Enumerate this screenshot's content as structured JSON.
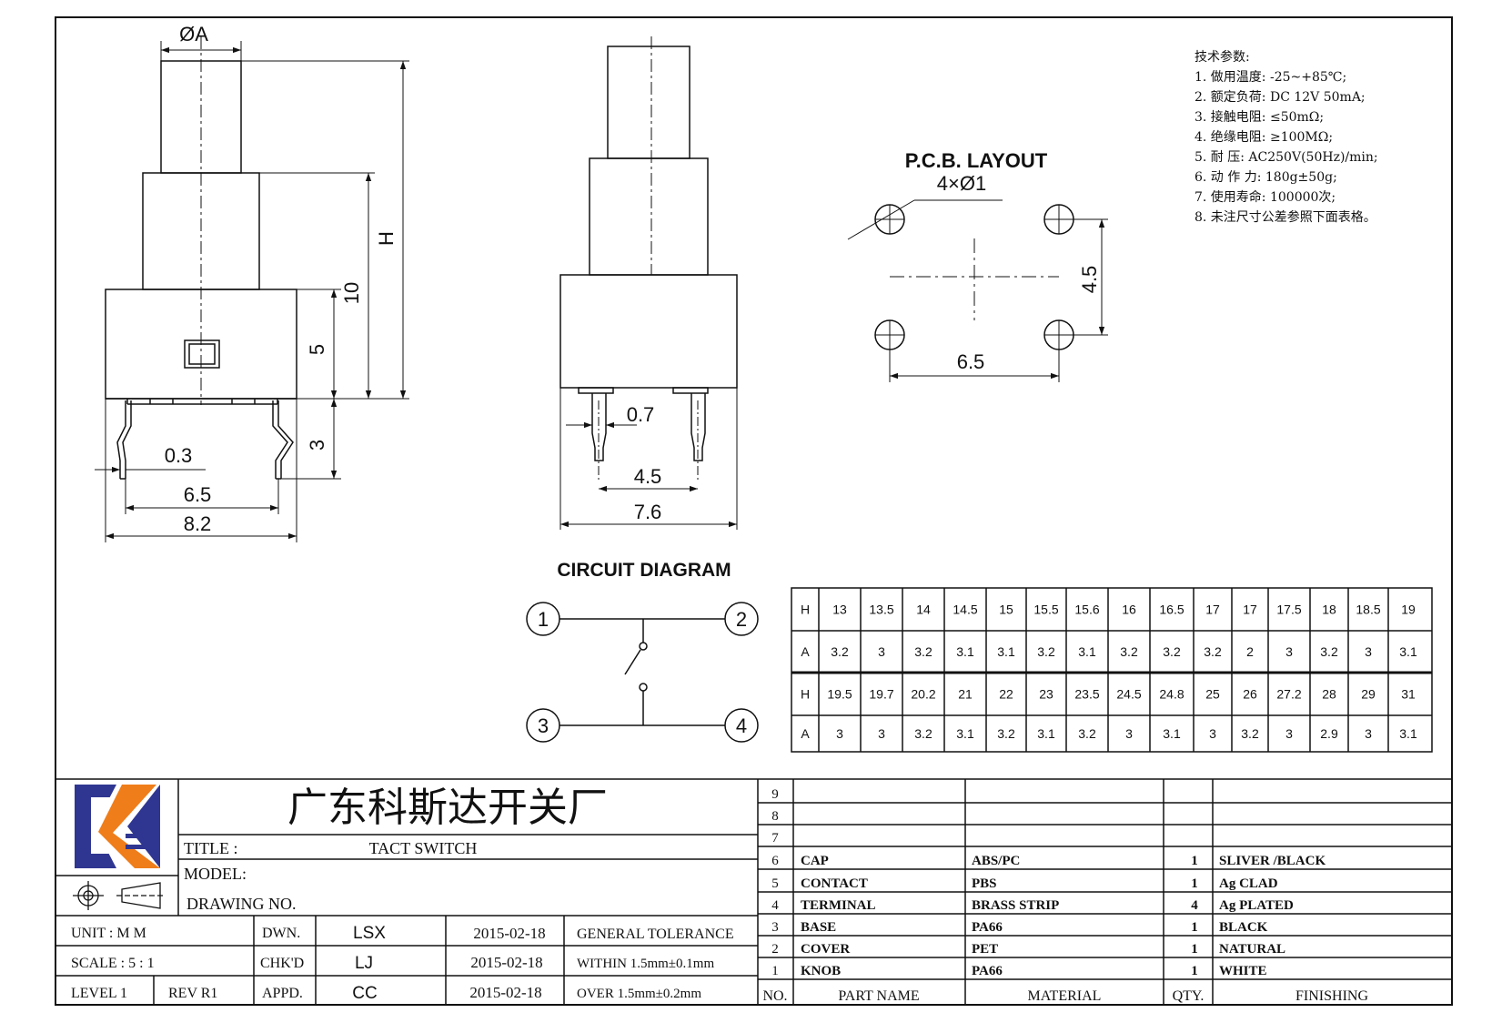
{
  "colors": {
    "ink": "#111111",
    "logo_blue": "#2f3691",
    "logo_orange": "#ef7d1a"
  },
  "side_view": {
    "dim_phiA": "ØA",
    "dim_H": "H",
    "dim_10": "10",
    "dim_5": "5",
    "dim_3": "3",
    "dim_0_3": "0.3",
    "dim_6_5": "6.5",
    "dim_8_2": "8.2"
  },
  "front_view": {
    "dim_0_7": "0.7",
    "dim_4_5": "4.5",
    "dim_7_6": "7.6"
  },
  "pcb": {
    "title": "P.C.B. LAYOUT",
    "hole_spec": "4×Ø1",
    "dim_4_5": "4.5",
    "dim_6_5": "6.5"
  },
  "specs": {
    "heading": "技术参数:",
    "items": [
      "1. 做用温度: -25~+85℃;",
      "2. 额定负荷: DC 12V 50mA;",
      "3. 接触电阻: ≤50mΩ;",
      "4. 绝缘电阻: ≥100MΩ;",
      "5. 耐 压: AC250V(50Hz)/min;",
      "6. 动 作 力: 180g±50g;",
      "7. 使用寿命: 100000次;",
      "8. 未注尺寸公差参照下面表格。"
    ]
  },
  "circuit": {
    "title": "CIRCUIT DIAGRAM",
    "nodes": [
      "1",
      "2",
      "3",
      "4"
    ]
  },
  "dim_table": {
    "rows": [
      [
        "H",
        "13",
        "13.5",
        "14",
        "14.5",
        "15",
        "15.5",
        "15.6",
        "16",
        "16.5",
        "17",
        "17",
        "17.5",
        "18",
        "18.5",
        "19"
      ],
      [
        "A",
        "3.2",
        "3",
        "3.2",
        "3.1",
        "3.1",
        "3.2",
        "3.1",
        "3.2",
        "3.2",
        "3.2",
        "2",
        "3",
        "3.2",
        "3",
        "3.1"
      ],
      [
        "H",
        "19.5",
        "19.7",
        "20.2",
        "21",
        "22",
        "23",
        "23.5",
        "24.5",
        "24.8",
        "25",
        "26",
        "27.2",
        "28",
        "29",
        "31"
      ],
      [
        "A",
        "3",
        "3",
        "3.2",
        "3.1",
        "3.2",
        "3.1",
        "3.2",
        "3",
        "3.1",
        "3",
        "3.2",
        "3",
        "2.9",
        "3",
        "3.1"
      ]
    ]
  },
  "title_block": {
    "company": "广东科斯达开关厂",
    "title_label": "TITLE :",
    "title_value": "TACT SWITCH",
    "model_label": "MODEL:",
    "drawing_label": "DRAWING NO.",
    "rows": [
      {
        "c1": "UNIT : M M",
        "c2": "",
        "c3": "DWN.",
        "c4": "LSX",
        "c5": "2015-02-18",
        "c6": "GENERAL TOLERANCE"
      },
      {
        "c1": "SCALE : 5 : 1",
        "c2": "",
        "c3": "CHK'D",
        "c4": "LJ",
        "c5": "2015-02-18",
        "c6": "WITHIN 1.5mm±0.1mm"
      },
      {
        "c1": "LEVEL 1",
        "c2": "REV R1",
        "c3": "APPD.",
        "c4": "CC",
        "c5": "2015-02-18",
        "c6": "OVER 1.5mm±0.2mm"
      }
    ]
  },
  "bom": {
    "headers": [
      "NO.",
      "PART NAME",
      "MATERIAL",
      "QTY.",
      "FINISHING"
    ],
    "rows": [
      {
        "no": "9",
        "part": "",
        "material": "",
        "qty": "",
        "finish": ""
      },
      {
        "no": "8",
        "part": "",
        "material": "",
        "qty": "",
        "finish": ""
      },
      {
        "no": "7",
        "part": "",
        "material": "",
        "qty": "",
        "finish": ""
      },
      {
        "no": "6",
        "part": "CAP",
        "material": "ABS/PC",
        "qty": "1",
        "finish": "SLIVER /BLACK"
      },
      {
        "no": "5",
        "part": "CONTACT",
        "material": "PBS",
        "qty": "1",
        "finish": "Ag CLAD"
      },
      {
        "no": "4",
        "part": "TERMINAL",
        "material": "BRASS STRIP",
        "qty": "4",
        "finish": "Ag PLATED"
      },
      {
        "no": "3",
        "part": "BASE",
        "material": "PA66",
        "qty": "1",
        "finish": "BLACK"
      },
      {
        "no": "2",
        "part": "COVER",
        "material": "PET",
        "qty": "1",
        "finish": "NATURAL"
      },
      {
        "no": "1",
        "part": "KNOB",
        "material": "PA66",
        "qty": "1",
        "finish": "WHITE"
      }
    ]
  }
}
